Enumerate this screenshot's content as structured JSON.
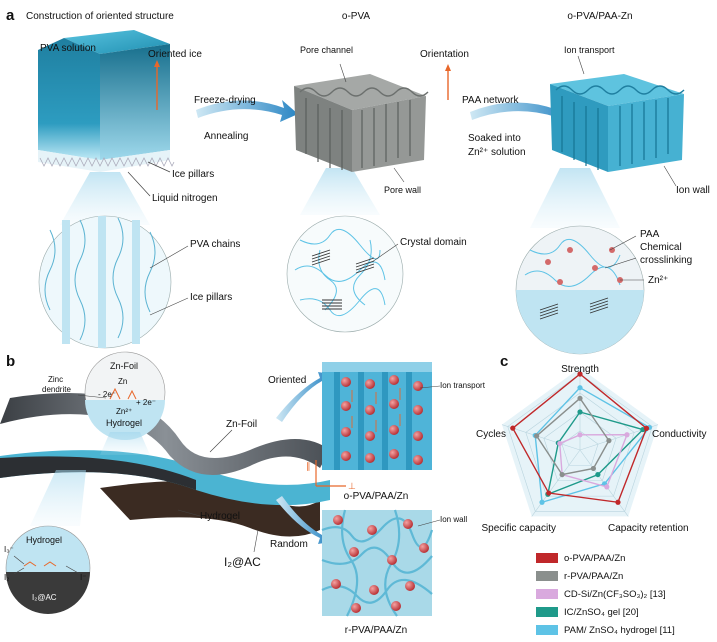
{
  "panels": {
    "a": "a",
    "b": "b",
    "c": "c"
  },
  "panel_a": {
    "heading": "Construction of oriented structure",
    "col2_title": "o-PVA",
    "col3_title": "o-PVA/PAA-Zn",
    "pva_solution": "PVA solution",
    "oriented_ice": "Oriented ice",
    "freeze_drying": "Freeze-drying",
    "annealing": "Annealing",
    "ice_pillars": "Ice pillars",
    "liquid_nitrogen": "Liquid nitrogen",
    "pva_chains": "PVA chains",
    "ice_pillars_2": "Ice pillars",
    "pore_channel": "Pore channel",
    "orientation": "Orientation",
    "pore_wall": "Pore wall",
    "crystal_domain": "Crystal domain",
    "paa_network": "PAA network",
    "soaked_line1": "Soaked into",
    "soaked_line2": "Zn²⁺ solution",
    "ion_transport": "Ion transport",
    "ion_wall": "Ion wall",
    "paa": "PAA",
    "chemical": "Chemical",
    "crosslinking": "crosslinking",
    "zn2": "Zn²⁺"
  },
  "panel_b": {
    "zn_foil_inset": "Zn-Foil",
    "zinc": "Zinc",
    "dendrite": "dendrite",
    "zn": "Zn",
    "minus_2e": "- 2e⁻",
    "plus_2e": "+ 2e⁻",
    "zn2": "Zn²⁺",
    "hydrogel_inset": "Hydrogel",
    "zn_foil": "Zn-Foil",
    "hydrogel": "Hydrogel",
    "i2ac": "I₂@AC",
    "hydrogel_inset2": "Hydrogel",
    "i3": "I₃⁻",
    "i2": "I₂",
    "i_minus": "I⁻",
    "i2ac_inset": "I₂@AC",
    "oriented": "Oriented",
    "random": "Random",
    "parallel": "∥",
    "perp": "⊥",
    "ion_transport": "Ion transport",
    "ion_wall": "Ion wall",
    "o_label": "o-PVA/PAA/Zn",
    "r_label": "r-PVA/PAA/Zn"
  },
  "chart_data": {
    "type": "radar",
    "axes": [
      "Strength",
      "Conductivity",
      "Capacity retention",
      "Specific capacity",
      "Cycles"
    ],
    "range": [
      0,
      1
    ],
    "series": [
      {
        "name": "o-PVA/PAA/Zn",
        "color": "#c0282a",
        "values": [
          1.0,
          0.92,
          0.85,
          0.7,
          0.93
        ]
      },
      {
        "name": "r-PVA/PAA/Zn",
        "color": "#8a8f8d",
        "values": [
          0.68,
          0.4,
          0.3,
          0.4,
          0.6
        ]
      },
      {
        "name": "CD-Si/Zn(CF₃SO₃)₂ [13]",
        "color": "#d9a9de",
        "values": [
          0.2,
          0.65,
          0.6,
          0.4,
          0.28
        ]
      },
      {
        "name": "IC/ZnSO₄ gel [20]",
        "color": "#1f9a8a",
        "values": [
          0.5,
          0.87,
          0.4,
          0.72,
          0.3
        ]
      },
      {
        "name": "PAM/ ZnSO₄ hydrogel [11]",
        "color": "#5ec3e6",
        "values": [
          0.82,
          0.96,
          0.55,
          0.85,
          0.62
        ]
      }
    ]
  },
  "colors": {
    "gel": "#3fa9c6",
    "accent": "#e8672a",
    "foil": "#5c6066",
    "cathode": "#3b2b22"
  }
}
